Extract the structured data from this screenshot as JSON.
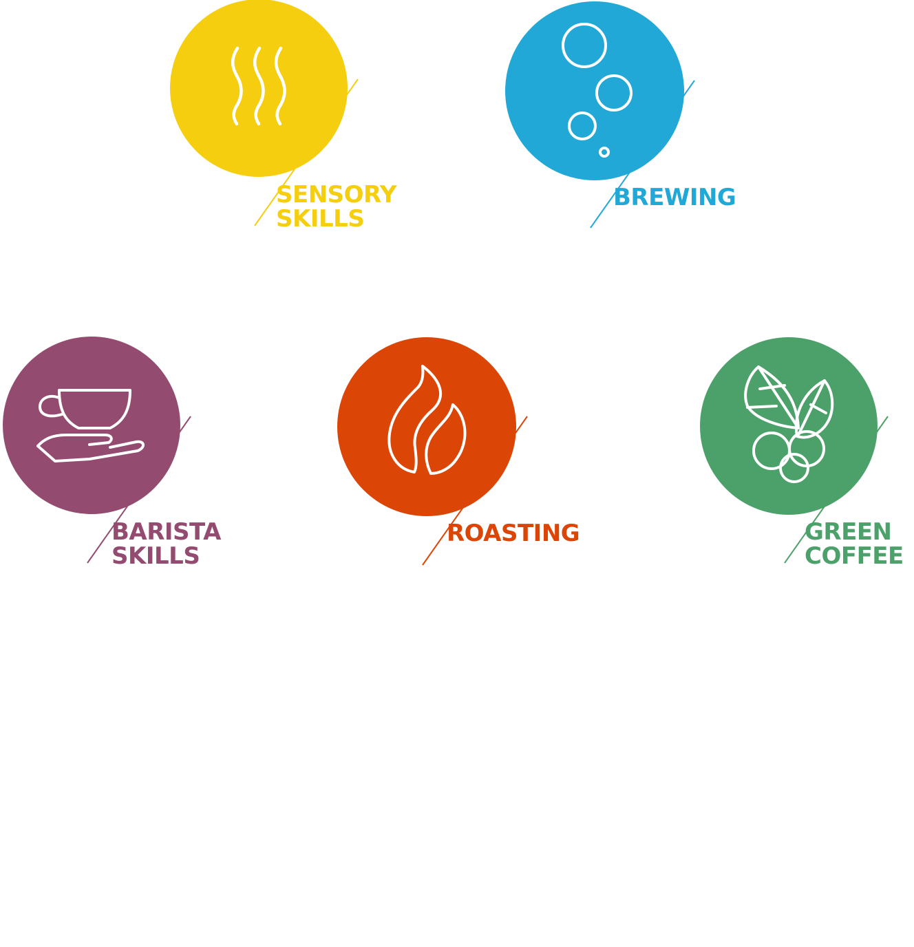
{
  "badges": [
    {
      "id": "sensory",
      "color": "#F5CE0F",
      "label_lines": [
        "SENSORY",
        "SKILLS"
      ],
      "icon": "steam-icon"
    },
    {
      "id": "brewing",
      "color": "#21A8D6",
      "label_lines": [
        "BREWING"
      ],
      "icon": "bubbles-icon"
    },
    {
      "id": "barista",
      "color": "#944B70",
      "label_lines": [
        "BARISTA",
        "SKILLS"
      ],
      "icon": "cup-in-hand-icon"
    },
    {
      "id": "roasting",
      "color": "#DB4506",
      "label_lines": [
        "ROASTING"
      ],
      "icon": "flame-icon"
    },
    {
      "id": "green",
      "color": "#4CA16A",
      "label_lines": [
        "GREEN",
        "COFFEE"
      ],
      "icon": "coffee-plant-icon"
    }
  ]
}
